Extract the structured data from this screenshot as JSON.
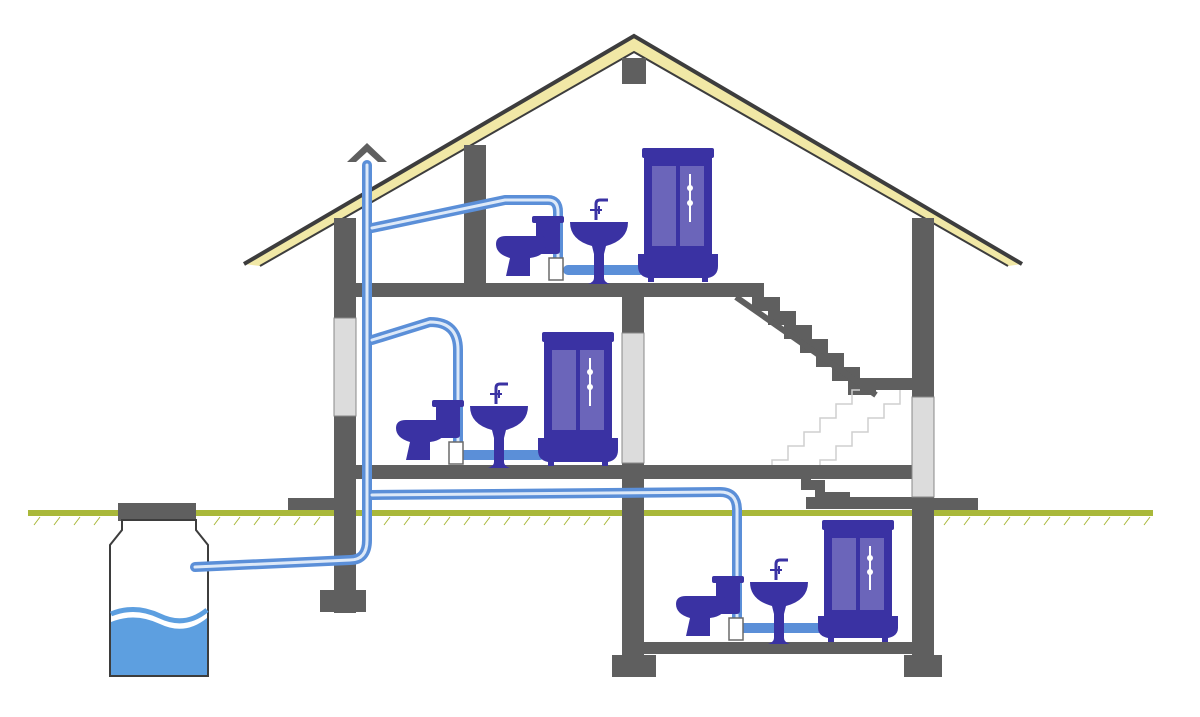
{
  "diagram": {
    "colors": {
      "background": "#ffffff",
      "wall": "#5f5f5f",
      "roof_fill": "#f1e8a6",
      "roof_edge": "#3d3d3d",
      "ground": "#a9b83a",
      "pipe": "#5b8fd8",
      "pipe_light": "#dde9f8",
      "fixture": "#3a32a3",
      "water": "#5d9fe0",
      "window": "#dcdcdc"
    },
    "floors": [
      {
        "level": "second-floor",
        "fixtures": [
          "toilet",
          "washbasin",
          "shower-cabin"
        ]
      },
      {
        "level": "first-floor",
        "fixtures": [
          "toilet",
          "washbasin",
          "shower-cabin"
        ]
      },
      {
        "level": "basement",
        "fixtures": [
          "toilet",
          "washbasin",
          "shower-cabin"
        ]
      }
    ],
    "components": [
      "roof",
      "vent-stack",
      "vent-cap-arrow",
      "staircase",
      "ground-line",
      "septic-tank",
      "drain-pipe"
    ],
    "icons": [
      "arrow-up-icon",
      "toilet-icon",
      "washbasin-icon",
      "shower-cabin-icon"
    ]
  }
}
